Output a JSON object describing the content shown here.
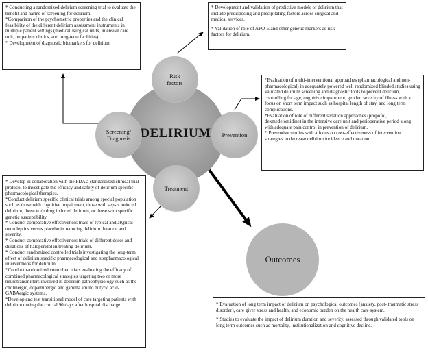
{
  "center": {
    "label": "DELIRIUM"
  },
  "nodes": {
    "risk": "Risk factors",
    "screening": "Screening/ Diagnosis",
    "prevention": "Prevention",
    "treatment": "Treatment",
    "outcomes": "Outcomes"
  },
  "boxes": {
    "screening": [
      "* Conducting a randomized delirium screening trial to evaluate the benefit and harms of screening for delirium.",
      "*Comparison of the psychometric properties and the clinical feasibility of the different delirium assessment instruments in multiple patient settings (medical /surgical units, intensive care unit, outpatient clinics, and long-term facilities).",
      "* Development of diagnostic biomarkers for delirium."
    ],
    "risk": [
      "* Development and validation of predictive models of delirium that include predisposing and precipitating factors across surgical and medical services.",
      "* Validation of role of APO-E and other genetic markers as risk factors for delirium."
    ],
    "prevention": [
      "*Evaluation of multi-interventional approaches (pharmacological and non-pharmacological) in adequately powered well randomized blinded studies using validated delirium screening and diagnostic tools to prevent delirium, controlling for age, cognitive impairment, gender, severity of illness with a focus on short term impact such as hospital length of stay, and long term complications.",
      "*Evaluation of role of different sedation approaches (propofol, dexmedetomidine) in the intensive care unit and perioperative period along with adequate pain control in prevention of delirium.",
      "* Preventive studies with a focus on cost-effectiveness of intervention strategies to decrease delirium incidence and duration."
    ],
    "treatment": [
      "* Develop in collaboration with the FDA a standardized clinical trial protocol to investigate the efficacy and safety of delirium specific pharmacological therapies.",
      "*Conduct delirium specific clinical trials among special population such as those with cognitive impairment, those with sepsis induced delirium, those with drug induced delirium, or those with specific genetic susceptibility.",
      "* Conduct comparative effectiveness trials of typical and atypical neuroleptics versus placebo in reducing delirium duration and severity.",
      "* Conduct comparative effectiveness trials of different doses and durations of haloperidol in treating delirium.",
      "* Conduct randomized controlled trials investigating the long-term effect of delirium specific pharmacological and nonpharmacological interventions for delirium.",
      "*Conduct randomized controlled trials evaluating the efficacy of combined pharmacological strategies targeting two or more neurotransmitters involved in delirium pathophysiology such as the cholinergic, dopaminergic and gamma amino butyric acid-GABAergic systems.",
      "*Develop and test transitional model of care targeting patients with delirium during the crucial 90 days after hospital discharge."
    ],
    "outcomes": [
      "* Evaluation of long term impact of delirium on psychological outcomes (anxiety, post- traumatic stress disorder), care giver stress and health, and economic burden on the health care system.",
      "* Studies to evaluate the impact of delirium duration and severity, assessed through validated tools on long term outcomes such as mortality, institutionalization and cognitive decline."
    ]
  }
}
